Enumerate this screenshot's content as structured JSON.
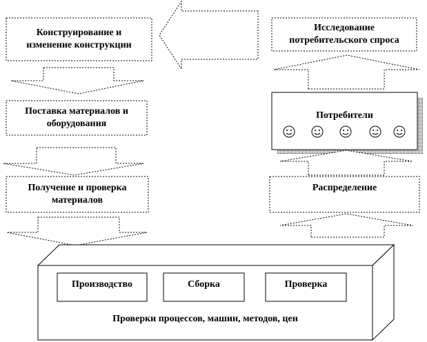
{
  "boxes": {
    "design": "Конструирование и\nизменение конструкции",
    "supply": "Поставка материалов и\nоборудования",
    "inspection": "Получение и проверка\nматериалов",
    "research": "Исследование\nпотребительского спроса",
    "consumers": "Потребители",
    "distribution": "Распределение"
  },
  "factory": {
    "production": "Производство",
    "assembly": "Сборка",
    "check": "Проверка",
    "footer": "Проверки процессов, машин, методов, цен"
  }
}
